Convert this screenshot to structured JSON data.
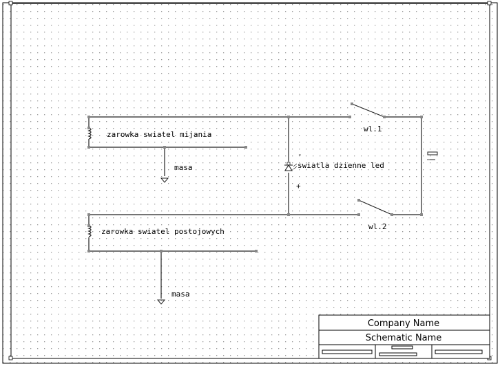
{
  "labels": {
    "lamp_low_beam": "zarowka swiatel mijania",
    "lamp_position": "zarowka swiatel postojowych",
    "ground_1": "masa",
    "ground_2": "masa",
    "led": "swiatla dzienne led",
    "minus": "-",
    "plus": "+",
    "switch_1": "wl.1",
    "switch_2": "wl.2"
  },
  "title_block": {
    "company": "Company Name",
    "schematic": "Schematic Name"
  }
}
